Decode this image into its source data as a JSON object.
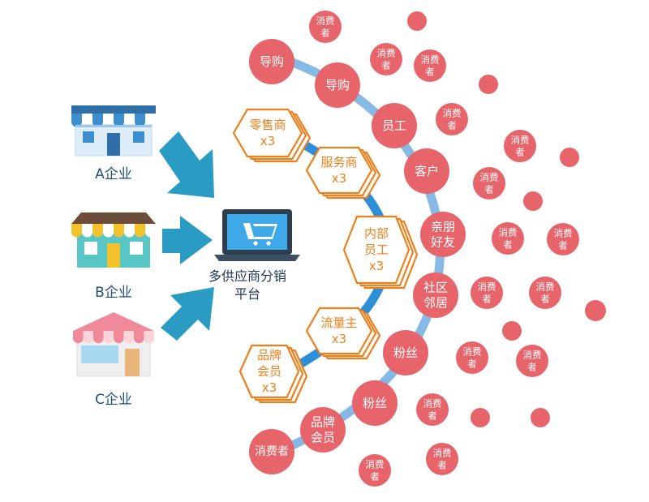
{
  "colors": {
    "arrow": "#2a9cc4",
    "inner_arc": "#2c8fd6",
    "outer_arc": "#7fb4e4",
    "hexagon": "#ef7f1a",
    "circle": "#e8646b"
  },
  "suppliers": [
    {
      "label": "A企业",
      "icon": "store-blue-icon"
    },
    {
      "label": "B企业",
      "icon": "store-teal-icon"
    },
    {
      "label": "C企业",
      "icon": "store-pink-icon"
    }
  ],
  "platform": {
    "icon": "laptop-cart-icon",
    "line1": "多供应商分销",
    "line2": "平台"
  },
  "channels": [
    {
      "lines": [
        "零售商",
        "x3"
      ]
    },
    {
      "lines": [
        "服务商",
        "x3"
      ]
    },
    {
      "lines": [
        "内部",
        "员工",
        "x3"
      ]
    },
    {
      "lines": [
        "流量主",
        "x3"
      ]
    },
    {
      "lines": [
        "品牌",
        "会员",
        "x3"
      ]
    }
  ],
  "arc_nodes": [
    {
      "lines": [
        "导购"
      ]
    },
    {
      "lines": [
        "导购"
      ]
    },
    {
      "lines": [
        "员工"
      ]
    },
    {
      "lines": [
        "客户"
      ]
    },
    {
      "lines": [
        "亲朋",
        "好友"
      ]
    },
    {
      "lines": [
        "社区",
        "邻居"
      ]
    },
    {
      "lines": [
        "粉丝"
      ]
    },
    {
      "lines": [
        "粉丝"
      ]
    },
    {
      "lines": [
        "品牌",
        "会员"
      ]
    },
    {
      "lines": [
        "消费者"
      ]
    }
  ],
  "consumer_label": [
    "消费",
    "者"
  ]
}
